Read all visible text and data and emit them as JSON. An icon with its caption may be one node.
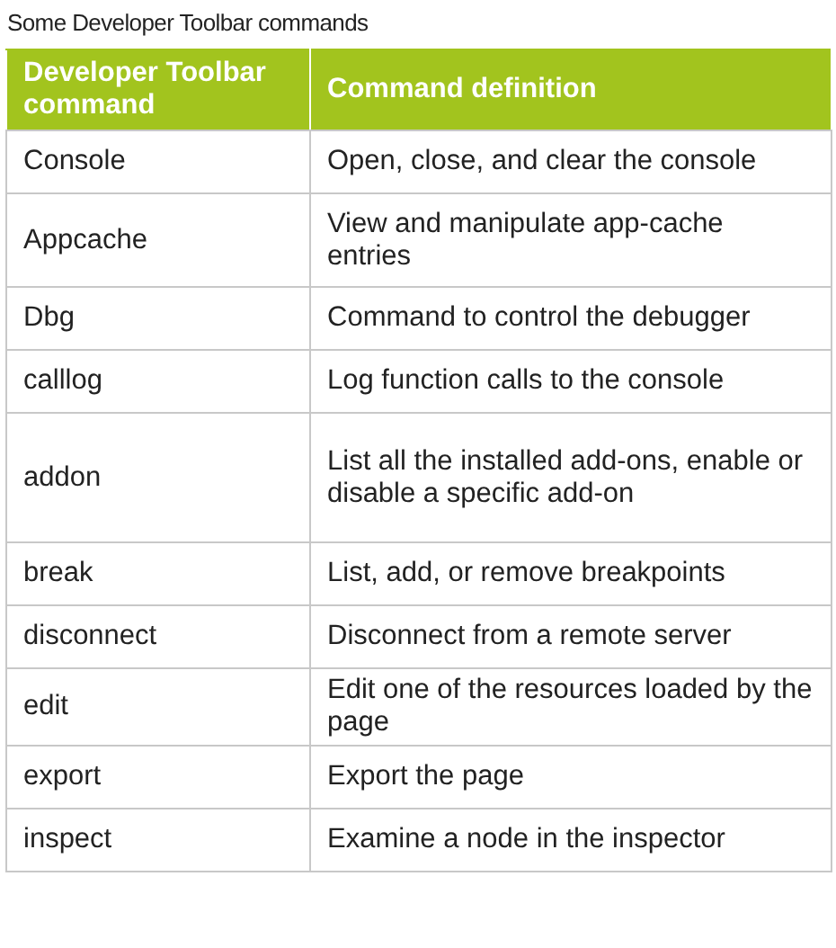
{
  "diagram": {
    "title": "Some Developer Toolbar commands",
    "labels": [
      "Developer Toolbar command",
      "Command definition",
      "Console",
      "Open, close, and clear the console",
      "Appcache",
      "View and manipulate app-cache entries",
      "Dbg",
      "Command to control the debugger",
      "calllog",
      "Log function calls to the console",
      "addon",
      "List all the installed add-ons, enable or disable a specific add-on",
      "break",
      "List, add, or remove breakpoints",
      "disconnect",
      "Disconnect from a remote server",
      "edit",
      "Edit one of the resources loaded by the page",
      "export",
      "Export the page",
      "inspect",
      "Examine a node in the inspector"
    ]
  }
}
